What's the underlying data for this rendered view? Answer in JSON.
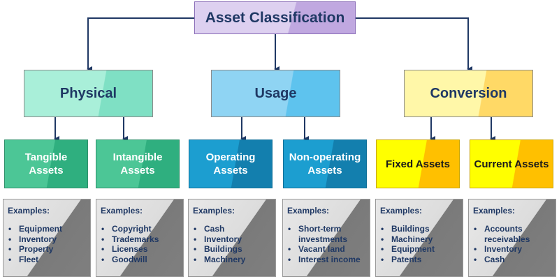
{
  "title": "Asset Classification",
  "categories": [
    {
      "label": "Physical",
      "children": [
        {
          "label_lines": [
            "Tangible",
            "Assets"
          ],
          "examples_title": "Examples:",
          "examples": [
            "Equipment",
            "Inventory",
            "Property",
            "Fleet"
          ]
        },
        {
          "label_lines": [
            "Intangible",
            "Assets"
          ],
          "examples_title": "Examples:",
          "examples": [
            "Copyright",
            "Trademarks",
            "Licenses",
            "Goodwill"
          ]
        }
      ]
    },
    {
      "label": "Usage",
      "children": [
        {
          "label_lines": [
            "Operating",
            "Assets"
          ],
          "examples_title": "Examples:",
          "examples": [
            "Cash",
            "Inventory",
            "Buildings",
            "Machinery"
          ]
        },
        {
          "label_lines": [
            "Non-operating",
            "Assets"
          ],
          "examples_title": "Examples:",
          "examples": [
            "Short-term investments",
            "Vacant land",
            "Interest income"
          ]
        }
      ]
    },
    {
      "label": "Conversion",
      "children": [
        {
          "label_lines": [
            "Fixed Assets"
          ],
          "examples_title": "Examples:",
          "examples": [
            "Buildings",
            "Machinery",
            "Equipment",
            "Patents"
          ]
        },
        {
          "label_lines": [
            "Current Assets"
          ],
          "examples_title": "Examples:",
          "examples": [
            "Accounts receivables",
            "Inventory",
            "Cash"
          ]
        }
      ]
    }
  ],
  "colors": {
    "connector": "#1f3864",
    "root_fill": "#ddd0f0",
    "physical_fill": "#a9efd9",
    "usage_fill": "#8fd4f3",
    "conversion_fill": "#fff7a8"
  }
}
